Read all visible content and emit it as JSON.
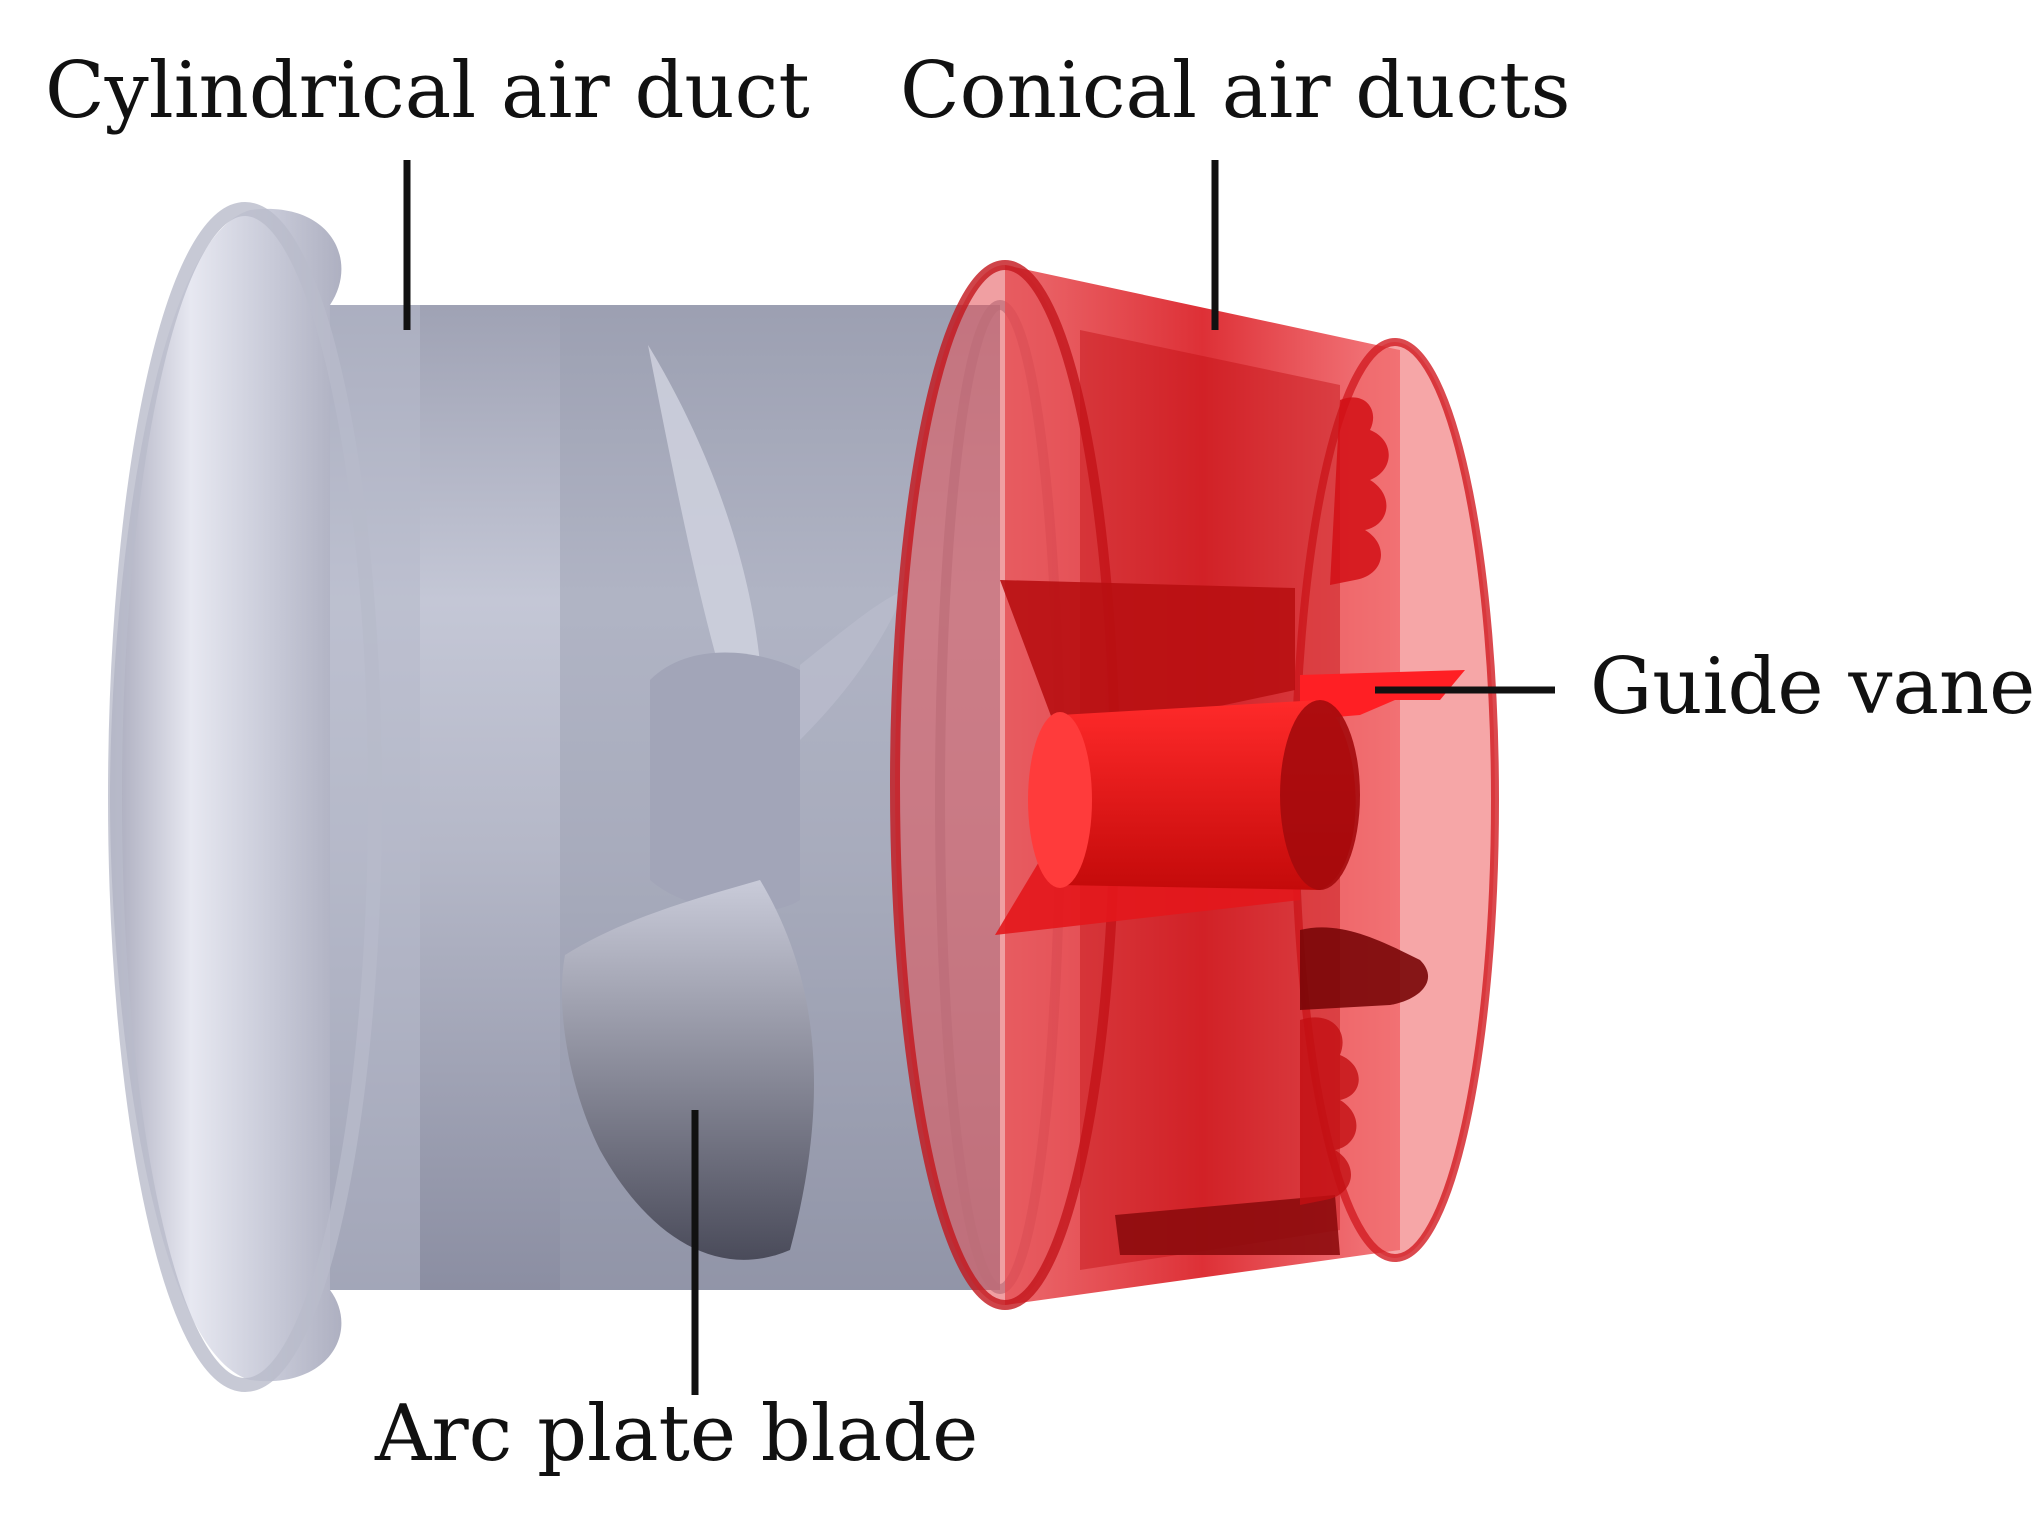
{
  "labels": {
    "cylindrical_duct": "Cylindrical air duct",
    "conical_ducts": "Conical air ducts",
    "guide_vane": "Guide vane",
    "arc_plate_blade": "Arc plate blade"
  },
  "colors": {
    "duct_grey": "#a9acbc",
    "duct_grey_dark": "#7d8094",
    "blade_dark": "#4e4f5e",
    "cone_red": "#e3242b",
    "cone_red_dark": "#9a0c0e",
    "leader_line": "#111111"
  }
}
